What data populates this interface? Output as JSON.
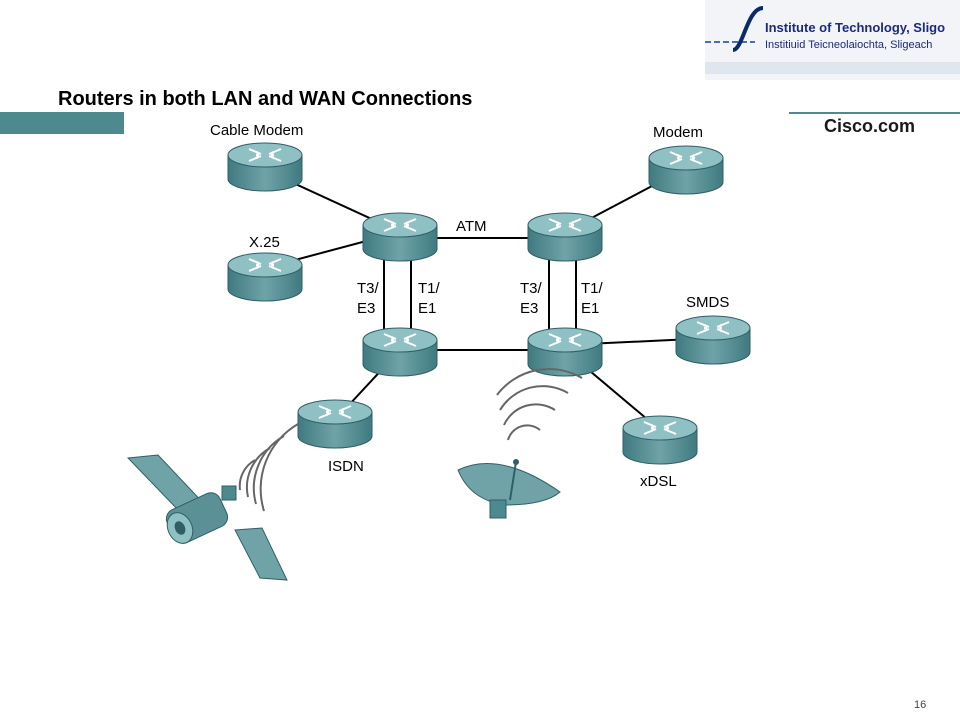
{
  "slide": {
    "title": "Routers in both LAN and WAN Connections",
    "page_number": "16"
  },
  "logo": {
    "line1": "Institute of Technology, Sligo",
    "line2": "Institiuid Teicneolaiochta, Sligeach"
  },
  "brand": {
    "cisco": "Cisco.com",
    "accent_color": "#4d8a90"
  },
  "diagram": {
    "labels": {
      "cable_modem": "Cable Modem",
      "modem": "Modem",
      "x25": "X.25",
      "atm": "ATM",
      "t3e3_left_top": "T3/",
      "t3e3_left_bottom": "E3",
      "t1e1_left_top": "T1/",
      "t1e1_left_bottom": "E1",
      "t3e3_right_top": "T3/",
      "t3e3_right_bottom": "E3",
      "t1e1_right_top": "T1/",
      "t1e1_right_bottom": "E1",
      "smds": "SMDS",
      "isdn": "ISDN",
      "xdsl": "xDSL"
    },
    "icons": [
      "router-icon",
      "satellite-icon",
      "satellite-dish-icon",
      "wireless-signal-icon"
    ]
  }
}
